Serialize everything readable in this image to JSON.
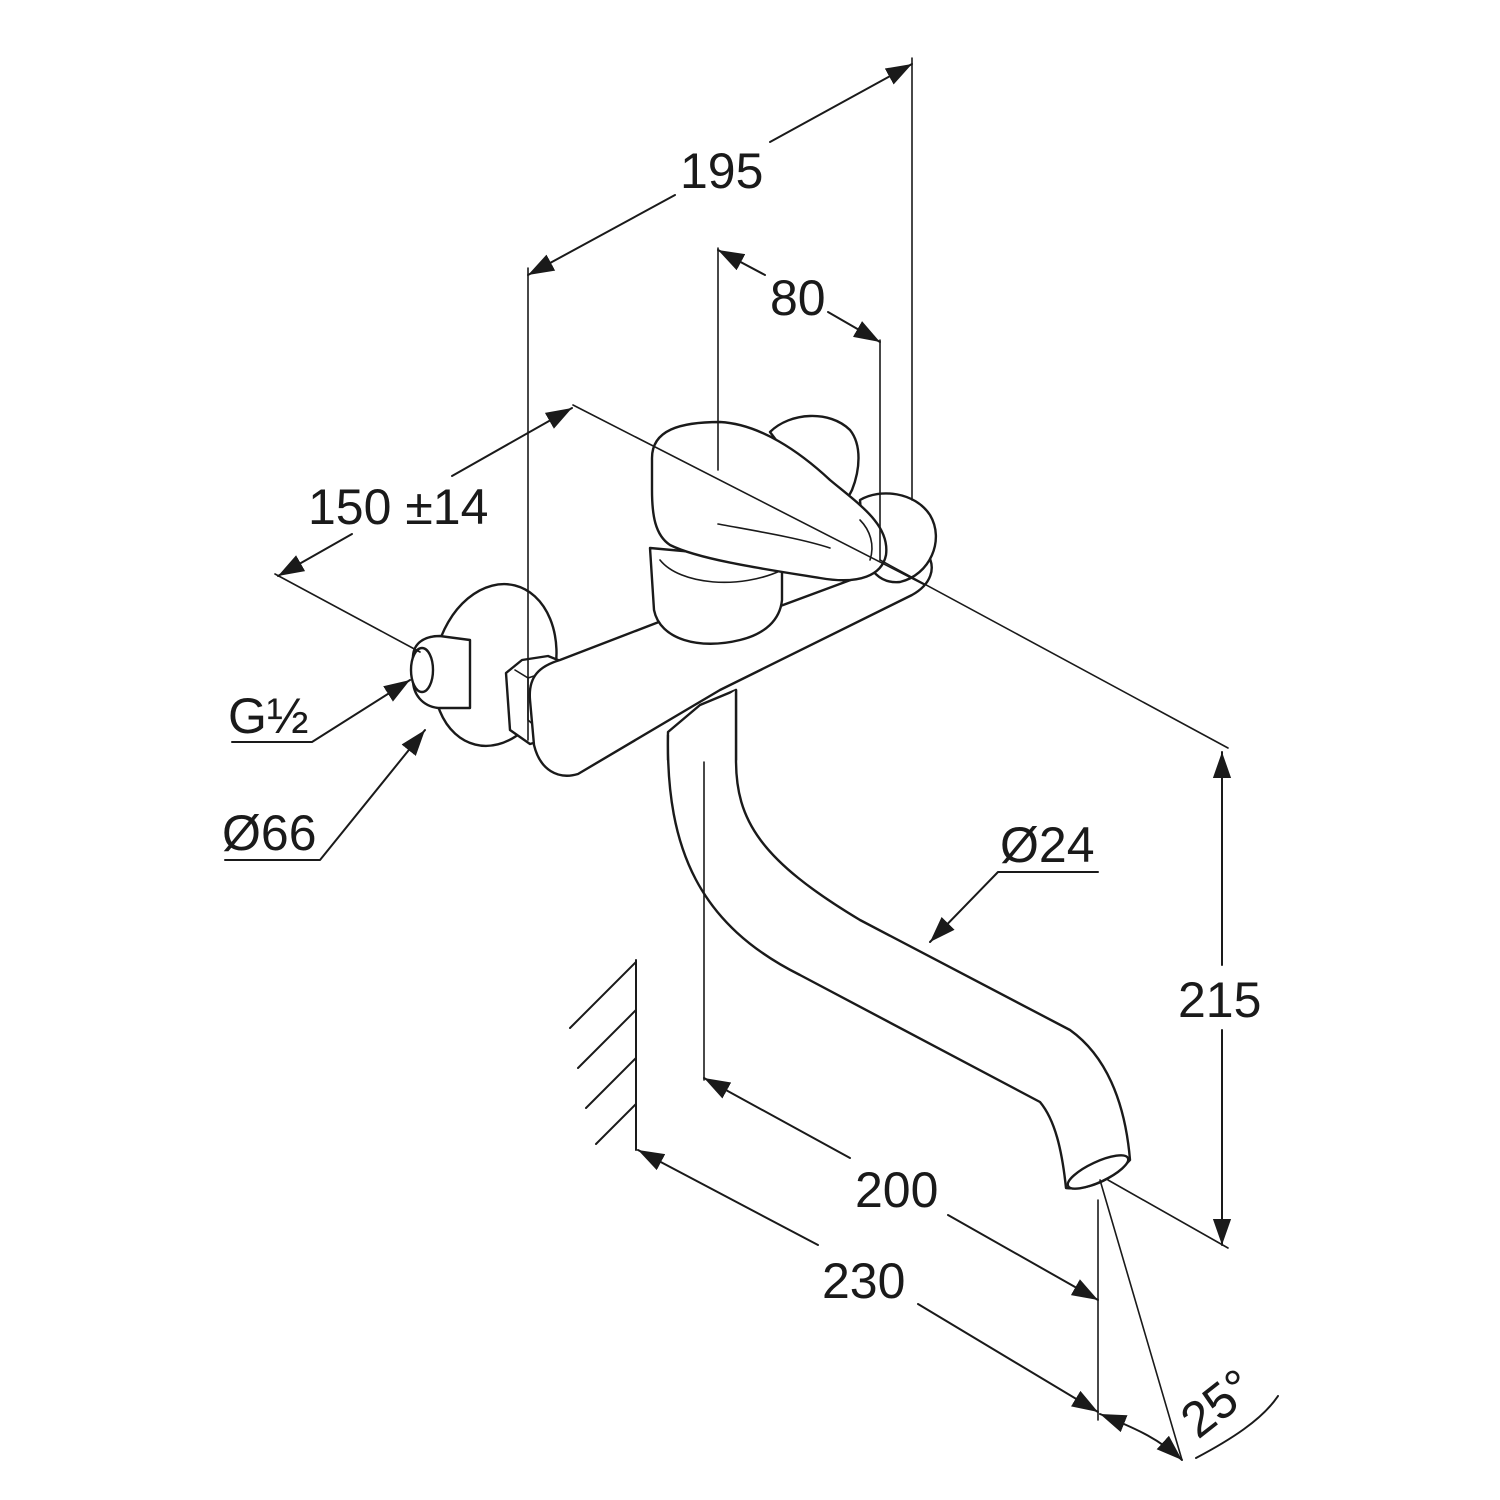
{
  "dimensions": {
    "overall_depth": "195",
    "lever_offset": "80",
    "inlet_spacing": "150 ±14",
    "thread_size": "G½",
    "rosette_diameter": "Ø66",
    "spout_diameter": "Ø24",
    "height": "215",
    "spout_reach_inner": "200",
    "spout_reach_outer": "230",
    "swivel_angle": "25°"
  },
  "colors": {
    "line": "#1a1a1a",
    "background": "#ffffff"
  }
}
